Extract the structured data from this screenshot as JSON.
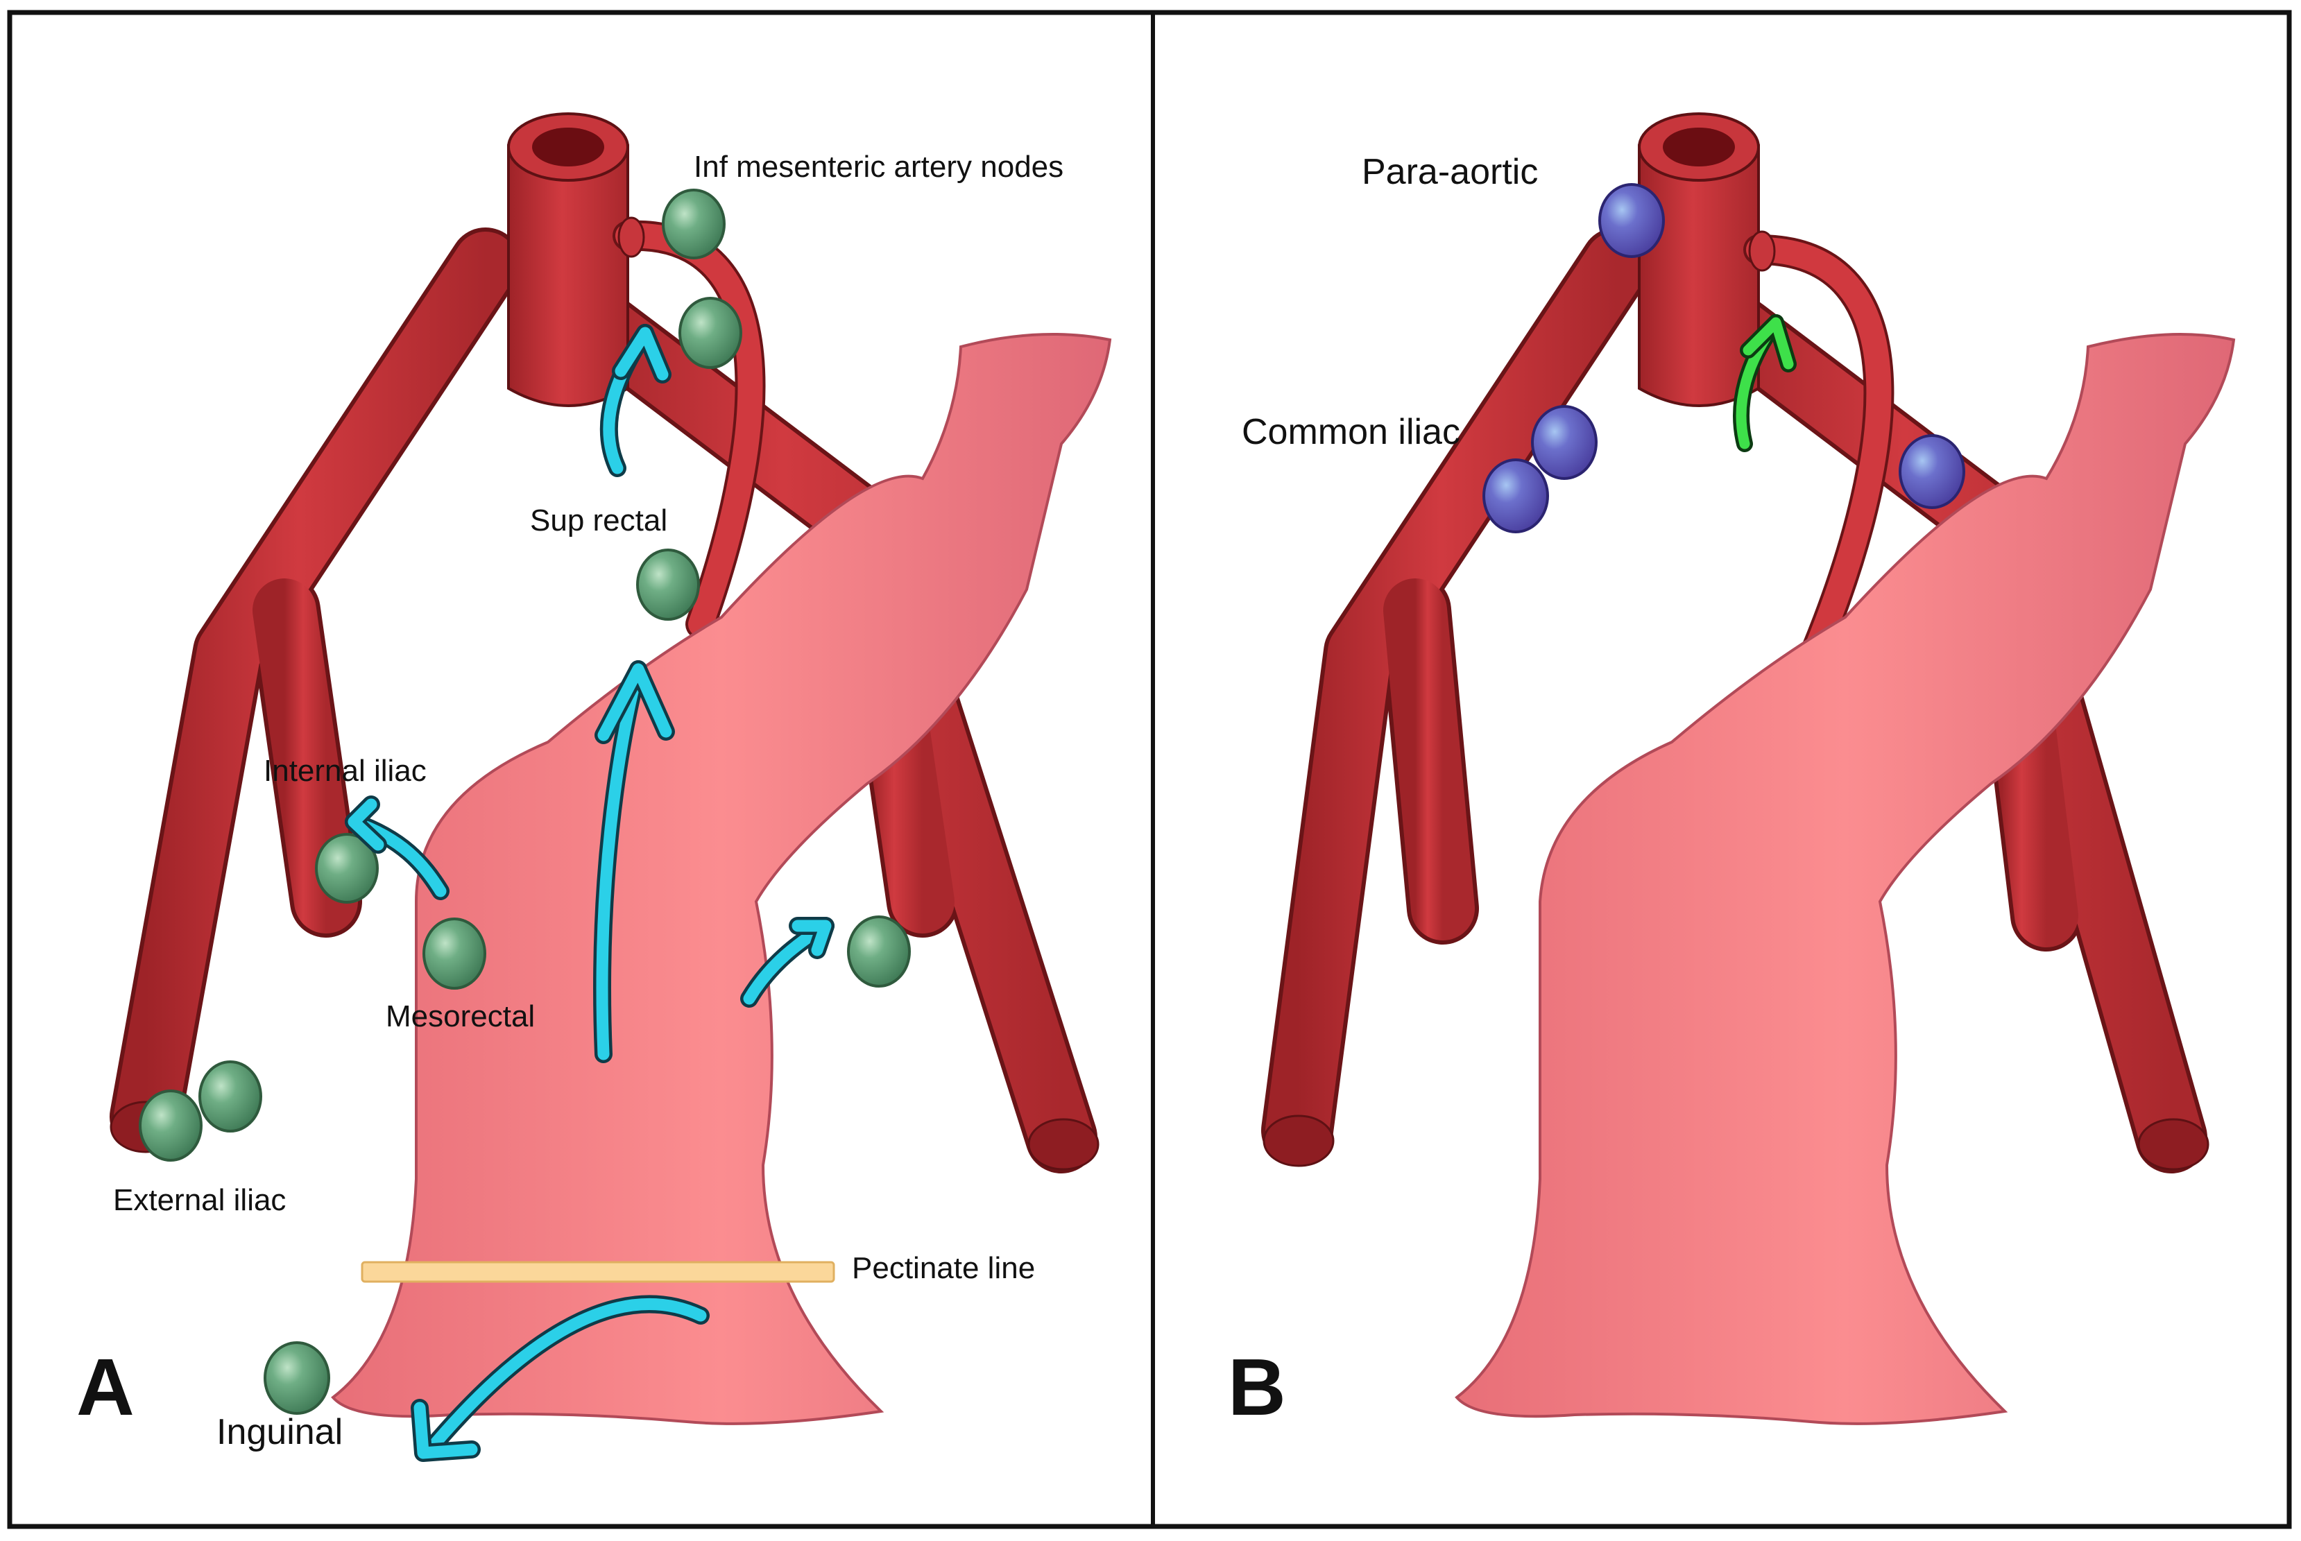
{
  "figure": {
    "colors": {
      "artery": "#c7363c",
      "artery_dark": "#8e1d22",
      "artery_outline": "#5e1114",
      "rectum": "#f2868a",
      "rectum_outline": "#b24a58",
      "node_green": "#5d9a73",
      "node_blue": "#6a6cc4",
      "arrow_cyan": "#2bd0e8",
      "arrow_green": "#3ee04a",
      "pectinate_line": "#fbd79a"
    },
    "icons": {
      "lymph-node-green": "green oval lymph node",
      "lymph-node-blue": "blue oval lymph node",
      "drainage-arrow": "curved arrow"
    }
  },
  "panel_a": {
    "letter": "A",
    "labels": {
      "inf_mesenteric": "Inf mesenteric artery nodes",
      "sup_rectal": "Sup rectal",
      "internal_iliac": "Internal iliac",
      "mesorectal": "Mesorectal",
      "external_iliac": "External iliac",
      "pectinate_line": "Pectinate line",
      "inguinal": "Inguinal"
    }
  },
  "panel_b": {
    "letter": "B",
    "labels": {
      "para_aortic": "Para-aortic",
      "common_iliac": "Common iliac"
    }
  }
}
